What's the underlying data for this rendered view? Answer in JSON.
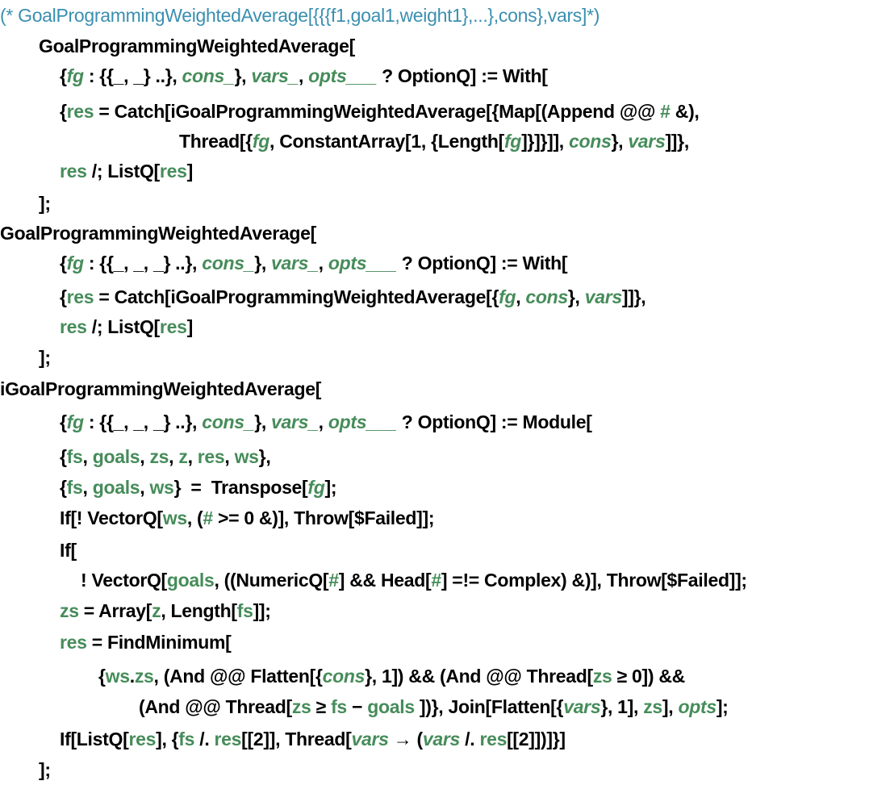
{
  "colors": {
    "comment": "#3a8fb0",
    "function": "#000000",
    "local_variable": "#468c5a",
    "pattern_variable": "#468c5a"
  },
  "code_lines": [
    {
      "indent": 0,
      "tokens": [
        {
          "t": "(* GoalProgrammingWeightedAverage[{{{f1,goal1,weight1},...},cons},vars]*)",
          "c": "cm"
        }
      ]
    },
    {
      "indent": 48,
      "tokens": [
        {
          "t": "GoalProgrammingWeightedAverage[",
          "c": "tk-fn"
        }
      ]
    },
    {
      "indent": 74,
      "tokens": [
        {
          "t": "{",
          "c": "tk-sym"
        },
        {
          "t": "fg",
          "c": "tk-pattern"
        },
        {
          "t": " : {{_, _} ..}, ",
          "c": "tk-sym"
        },
        {
          "t": "cons_",
          "c": "tk-pattern"
        },
        {
          "t": "}, ",
          "c": "tk-sym"
        },
        {
          "t": "vars_",
          "c": "tk-pattern"
        },
        {
          "t": ", ",
          "c": "tk-sym"
        },
        {
          "t": "opts___",
          "c": "tk-pattern"
        },
        {
          "t": " ? OptionQ] := With[",
          "c": "tk-sym"
        }
      ]
    },
    {
      "indent": 74,
      "tokens": [
        {
          "t": "{",
          "c": "tk-sym"
        },
        {
          "t": "res",
          "c": "tk-local"
        },
        {
          "t": " = Catch[iGoalProgrammingWeightedAverage[{Map[(Append @@ ",
          "c": "tk-sym"
        },
        {
          "t": "#",
          "c": "tk-local"
        },
        {
          "t": " &),",
          "c": "tk-sym"
        }
      ]
    },
    {
      "indent": 222,
      "tokens": [
        {
          "t": "Thread[{",
          "c": "tk-sym"
        },
        {
          "t": "fg",
          "c": "tk-pattern"
        },
        {
          "t": ", ConstantArray[1, {Length[",
          "c": "tk-sym"
        },
        {
          "t": "fg",
          "c": "tk-pattern"
        },
        {
          "t": "]}]}]], ",
          "c": "tk-sym"
        },
        {
          "t": "cons",
          "c": "tk-pattern"
        },
        {
          "t": "}, ",
          "c": "tk-sym"
        },
        {
          "t": "vars",
          "c": "tk-pattern"
        },
        {
          "t": "]]},",
          "c": "tk-sym"
        }
      ]
    },
    {
      "indent": 74,
      "tokens": [
        {
          "t": "res",
          "c": "tk-local"
        },
        {
          "t": " /; ListQ[",
          "c": "tk-sym"
        },
        {
          "t": "res",
          "c": "tk-local"
        },
        {
          "t": "]",
          "c": "tk-sym"
        }
      ]
    },
    {
      "indent": 48,
      "tokens": [
        {
          "t": "];",
          "c": "tk-sym"
        }
      ]
    },
    {
      "indent": 0,
      "tokens": [
        {
          "t": "GoalProgrammingWeightedAverage[",
          "c": "tk-fn"
        }
      ]
    },
    {
      "indent": 74,
      "tokens": [
        {
          "t": "{",
          "c": "tk-sym"
        },
        {
          "t": "fg",
          "c": "tk-pattern"
        },
        {
          "t": " : {{_, _, _} ..}, ",
          "c": "tk-sym"
        },
        {
          "t": "cons_",
          "c": "tk-pattern"
        },
        {
          "t": "}, ",
          "c": "tk-sym"
        },
        {
          "t": "vars_",
          "c": "tk-pattern"
        },
        {
          "t": ", ",
          "c": "tk-sym"
        },
        {
          "t": "opts___",
          "c": "tk-pattern"
        },
        {
          "t": " ? OptionQ] := With[",
          "c": "tk-sym"
        }
      ]
    },
    {
      "indent": 74,
      "tokens": [
        {
          "t": "{",
          "c": "tk-sym"
        },
        {
          "t": "res",
          "c": "tk-local"
        },
        {
          "t": " = Catch[iGoalProgrammingWeightedAverage[{",
          "c": "tk-sym"
        },
        {
          "t": "fg",
          "c": "tk-pattern"
        },
        {
          "t": ", ",
          "c": "tk-sym"
        },
        {
          "t": "cons",
          "c": "tk-pattern"
        },
        {
          "t": "}, ",
          "c": "tk-sym"
        },
        {
          "t": "vars",
          "c": "tk-pattern"
        },
        {
          "t": "]]},",
          "c": "tk-sym"
        }
      ]
    },
    {
      "indent": 74,
      "tokens": [
        {
          "t": "res",
          "c": "tk-local"
        },
        {
          "t": " /; ListQ[",
          "c": "tk-sym"
        },
        {
          "t": "res",
          "c": "tk-local"
        },
        {
          "t": "]",
          "c": "tk-sym"
        }
      ]
    },
    {
      "indent": 48,
      "tokens": [
        {
          "t": "];",
          "c": "tk-sym"
        }
      ]
    },
    {
      "indent": 0,
      "tokens": [
        {
          "t": "iGoalProgrammingWeightedAverage[",
          "c": "tk-fn"
        }
      ]
    },
    {
      "indent": 74,
      "tokens": [
        {
          "t": "{",
          "c": "tk-sym"
        },
        {
          "t": "fg",
          "c": "tk-pattern"
        },
        {
          "t": " : {{_, _, _} ..}, ",
          "c": "tk-sym"
        },
        {
          "t": "cons_",
          "c": "tk-pattern"
        },
        {
          "t": "}, ",
          "c": "tk-sym"
        },
        {
          "t": "vars_",
          "c": "tk-pattern"
        },
        {
          "t": ", ",
          "c": "tk-sym"
        },
        {
          "t": "opts___",
          "c": "tk-pattern"
        },
        {
          "t": " ? OptionQ] := Module[",
          "c": "tk-sym"
        }
      ]
    },
    {
      "indent": 74,
      "tokens": [
        {
          "t": "{",
          "c": "tk-sym"
        },
        {
          "t": "fs",
          "c": "tk-local"
        },
        {
          "t": ", ",
          "c": "tk-sym"
        },
        {
          "t": "goals",
          "c": "tk-local"
        },
        {
          "t": ", ",
          "c": "tk-sym"
        },
        {
          "t": "zs",
          "c": "tk-local"
        },
        {
          "t": ", ",
          "c": "tk-sym"
        },
        {
          "t": "z",
          "c": "tk-local"
        },
        {
          "t": ", ",
          "c": "tk-sym"
        },
        {
          "t": "res",
          "c": "tk-local"
        },
        {
          "t": ", ",
          "c": "tk-sym"
        },
        {
          "t": "ws",
          "c": "tk-local"
        },
        {
          "t": "},",
          "c": "tk-sym"
        }
      ]
    },
    {
      "indent": 74,
      "tokens": [
        {
          "t": "{",
          "c": "tk-sym"
        },
        {
          "t": "fs",
          "c": "tk-local"
        },
        {
          "t": ", ",
          "c": "tk-sym"
        },
        {
          "t": "goals",
          "c": "tk-local"
        },
        {
          "t": ", ",
          "c": "tk-sym"
        },
        {
          "t": "ws",
          "c": "tk-local"
        },
        {
          "t": "}  =  Transpose[",
          "c": "tk-sym"
        },
        {
          "t": "fg",
          "c": "tk-pattern"
        },
        {
          "t": "];",
          "c": "tk-sym"
        }
      ]
    },
    {
      "indent": 74,
      "tokens": [
        {
          "t": "If[! VectorQ[",
          "c": "tk-sym"
        },
        {
          "t": "ws",
          "c": "tk-local"
        },
        {
          "t": ", (",
          "c": "tk-sym"
        },
        {
          "t": "#",
          "c": "tk-local"
        },
        {
          "t": " >= 0 &)], Throw[$Failed]];",
          "c": "tk-sym"
        }
      ]
    },
    {
      "indent": 74,
      "tokens": [
        {
          "t": "If[",
          "c": "tk-sym"
        }
      ]
    },
    {
      "indent": 100,
      "tokens": [
        {
          "t": "! VectorQ[",
          "c": "tk-sym"
        },
        {
          "t": "goals",
          "c": "tk-local"
        },
        {
          "t": ", ((NumericQ[",
          "c": "tk-sym"
        },
        {
          "t": "#",
          "c": "tk-local"
        },
        {
          "t": "] && Head[",
          "c": "tk-sym"
        },
        {
          "t": "#",
          "c": "tk-local"
        },
        {
          "t": "] =!= Complex) &)], Throw[$Failed]];",
          "c": "tk-sym"
        }
      ]
    },
    {
      "indent": 74,
      "tokens": [
        {
          "t": "zs",
          "c": "tk-local"
        },
        {
          "t": " = Array[",
          "c": "tk-sym"
        },
        {
          "t": "z",
          "c": "tk-local"
        },
        {
          "t": ", Length[",
          "c": "tk-sym"
        },
        {
          "t": "fs",
          "c": "tk-local"
        },
        {
          "t": "]];",
          "c": "tk-sym"
        }
      ]
    },
    {
      "indent": 74,
      "tokens": [
        {
          "t": "res",
          "c": "tk-local"
        },
        {
          "t": " = FindMinimum[",
          "c": "tk-sym"
        }
      ]
    },
    {
      "indent": 122,
      "tokens": [
        {
          "t": "{",
          "c": "tk-sym"
        },
        {
          "t": "ws",
          "c": "tk-local"
        },
        {
          "t": ".",
          "c": "tk-sym"
        },
        {
          "t": "zs",
          "c": "tk-local"
        },
        {
          "t": ", (And @@ Flatten[{",
          "c": "tk-sym"
        },
        {
          "t": "cons",
          "c": "tk-pattern"
        },
        {
          "t": "}, 1]) && (And @@ Thread[",
          "c": "tk-sym"
        },
        {
          "t": "zs",
          "c": "tk-local"
        },
        {
          "t": " ≥ 0]) &&",
          "c": "tk-sym"
        }
      ]
    },
    {
      "indent": 172,
      "tokens": [
        {
          "t": "(And @@ Thread[",
          "c": "tk-sym"
        },
        {
          "t": "zs",
          "c": "tk-local"
        },
        {
          "t": " ≥ ",
          "c": "tk-sym"
        },
        {
          "t": "fs",
          "c": "tk-local"
        },
        {
          "t": " − ",
          "c": "tk-sym"
        },
        {
          "t": "goals",
          "c": "tk-local"
        },
        {
          "t": " ])}, Join[Flatten[{",
          "c": "tk-sym"
        },
        {
          "t": "vars",
          "c": "tk-pattern"
        },
        {
          "t": "}, 1], ",
          "c": "tk-sym"
        },
        {
          "t": "zs",
          "c": "tk-local"
        },
        {
          "t": "], ",
          "c": "tk-sym"
        },
        {
          "t": "opts",
          "c": "tk-pattern"
        },
        {
          "t": "];",
          "c": "tk-sym"
        }
      ]
    },
    {
      "indent": 74,
      "tokens": [
        {
          "t": "If[ListQ[",
          "c": "tk-sym"
        },
        {
          "t": "res",
          "c": "tk-local"
        },
        {
          "t": "], {",
          "c": "tk-sym"
        },
        {
          "t": "fs",
          "c": "tk-local"
        },
        {
          "t": " /. ",
          "c": "tk-sym"
        },
        {
          "t": "res",
          "c": "tk-local"
        },
        {
          "t": "[[2]], Thread[",
          "c": "tk-sym"
        },
        {
          "t": "vars",
          "c": "tk-pattern"
        },
        {
          "t": " → (",
          "c": "tk-sym"
        },
        {
          "t": "vars",
          "c": "tk-pattern"
        },
        {
          "t": " /. ",
          "c": "tk-sym"
        },
        {
          "t": "res",
          "c": "tk-local"
        },
        {
          "t": "[[2]])]}]",
          "c": "tk-sym"
        }
      ]
    },
    {
      "indent": 48,
      "tokens": [
        {
          "t": "];",
          "c": "tk-sym"
        }
      ]
    }
  ]
}
